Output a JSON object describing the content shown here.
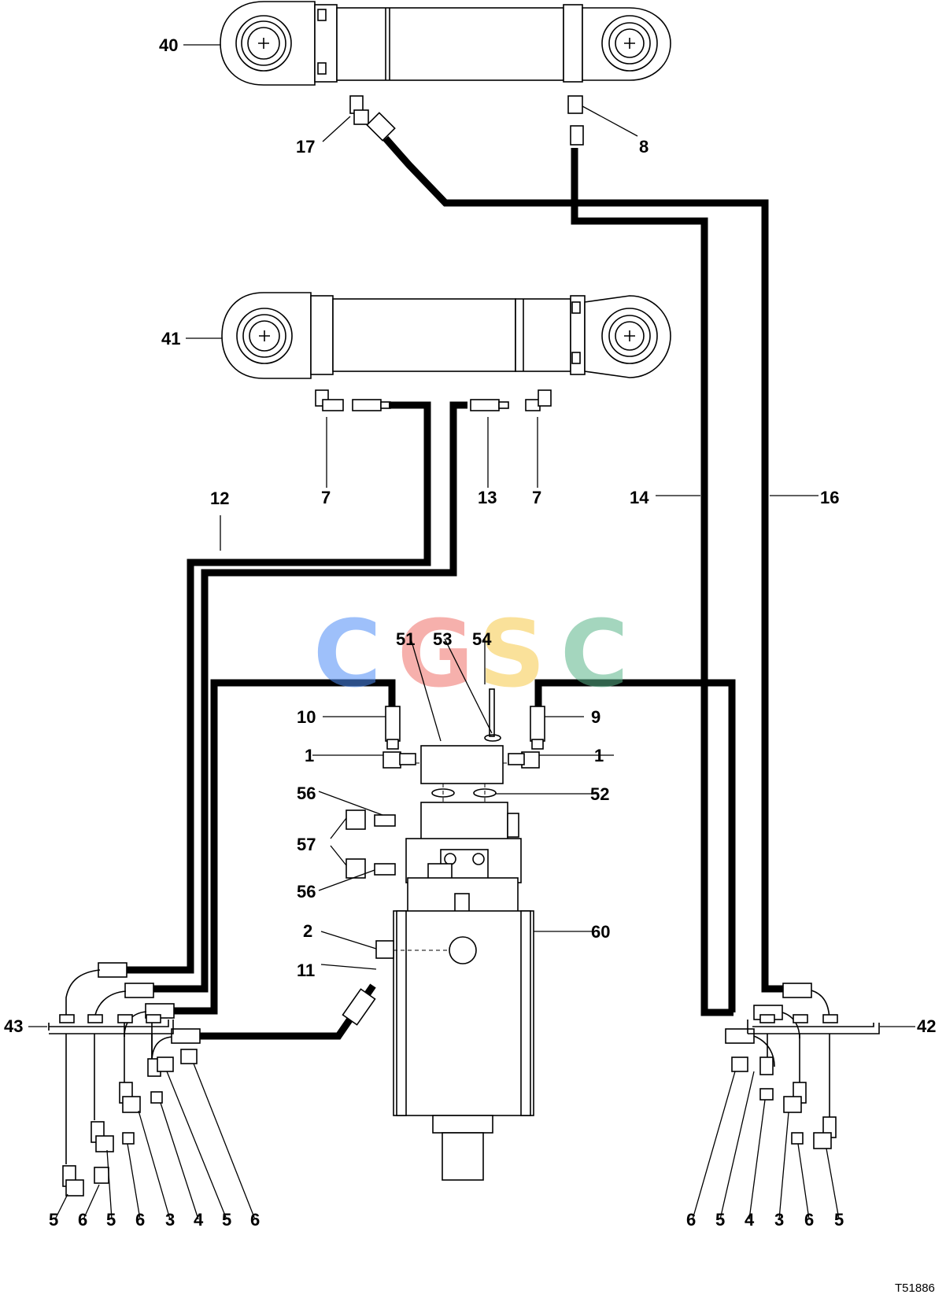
{
  "figure": {
    "id": "T51886",
    "watermark": {
      "letters": [
        "C",
        "G",
        "S",
        "C"
      ],
      "colors": [
        "#4f8ef7",
        "#f0706a",
        "#f7c948",
        "#5ab58a"
      ]
    },
    "callouts": [
      {
        "key": "c40",
        "text": "40"
      },
      {
        "key": "c17",
        "text": "17"
      },
      {
        "key": "c8",
        "text": "8"
      },
      {
        "key": "c41",
        "text": "41"
      },
      {
        "key": "c7a",
        "text": "7"
      },
      {
        "key": "c13",
        "text": "13"
      },
      {
        "key": "c7b",
        "text": "7"
      },
      {
        "key": "c14",
        "text": "14"
      },
      {
        "key": "c16",
        "text": "16"
      },
      {
        "key": "c12",
        "text": "12"
      },
      {
        "key": "c51",
        "text": "51"
      },
      {
        "key": "c53",
        "text": "53"
      },
      {
        "key": "c54",
        "text": "54"
      },
      {
        "key": "c10",
        "text": "10"
      },
      {
        "key": "c9",
        "text": "9"
      },
      {
        "key": "c1a",
        "text": "1"
      },
      {
        "key": "c1b",
        "text": "1"
      },
      {
        "key": "c56a",
        "text": "56"
      },
      {
        "key": "c52",
        "text": "52"
      },
      {
        "key": "c57",
        "text": "57"
      },
      {
        "key": "c56b",
        "text": "56"
      },
      {
        "key": "c2",
        "text": "2"
      },
      {
        "key": "c60",
        "text": "60"
      },
      {
        "key": "c11",
        "text": "11"
      },
      {
        "key": "c43",
        "text": "43"
      },
      {
        "key": "c42",
        "text": "42"
      }
    ],
    "bottom_left_labels": [
      "5",
      "6",
      "5",
      "6",
      "3",
      "4",
      "5",
      "6"
    ],
    "bottom_right_labels": [
      "6",
      "5",
      "4",
      "3",
      "6",
      "5"
    ]
  }
}
